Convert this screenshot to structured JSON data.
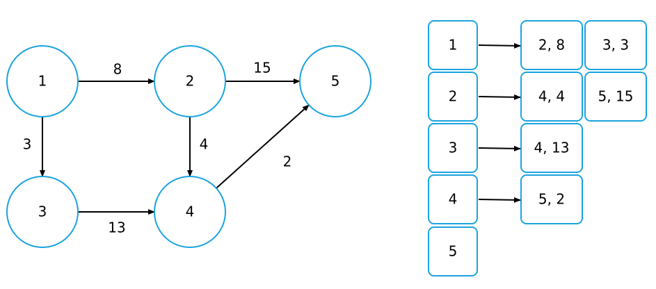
{
  "colors": {
    "node_stroke": "#1aa3de",
    "edge": "#000000",
    "text": "#000000"
  },
  "graph": {
    "nodes": [
      {
        "id": "1",
        "label": "1"
      },
      {
        "id": "2",
        "label": "2"
      },
      {
        "id": "3",
        "label": "3"
      },
      {
        "id": "4",
        "label": "4"
      },
      {
        "id": "5",
        "label": "5"
      }
    ],
    "edges": [
      {
        "from": "1",
        "to": "2",
        "weight": "8"
      },
      {
        "from": "2",
        "to": "5",
        "weight": "15"
      },
      {
        "from": "1",
        "to": "3",
        "weight": "3"
      },
      {
        "from": "2",
        "to": "4",
        "weight": "4"
      },
      {
        "from": "3",
        "to": "4",
        "weight": "13"
      },
      {
        "from": "4",
        "to": "5",
        "weight": "2"
      }
    ]
  },
  "adjacency_list": [
    {
      "vertex": "1",
      "entries": [
        "2, 8",
        "3, 3"
      ]
    },
    {
      "vertex": "2",
      "entries": [
        "4, 4",
        "5, 15"
      ]
    },
    {
      "vertex": "3",
      "entries": [
        "4, 13"
      ]
    },
    {
      "vertex": "4",
      "entries": [
        "5, 2"
      ]
    },
    {
      "vertex": "5",
      "entries": []
    }
  ]
}
